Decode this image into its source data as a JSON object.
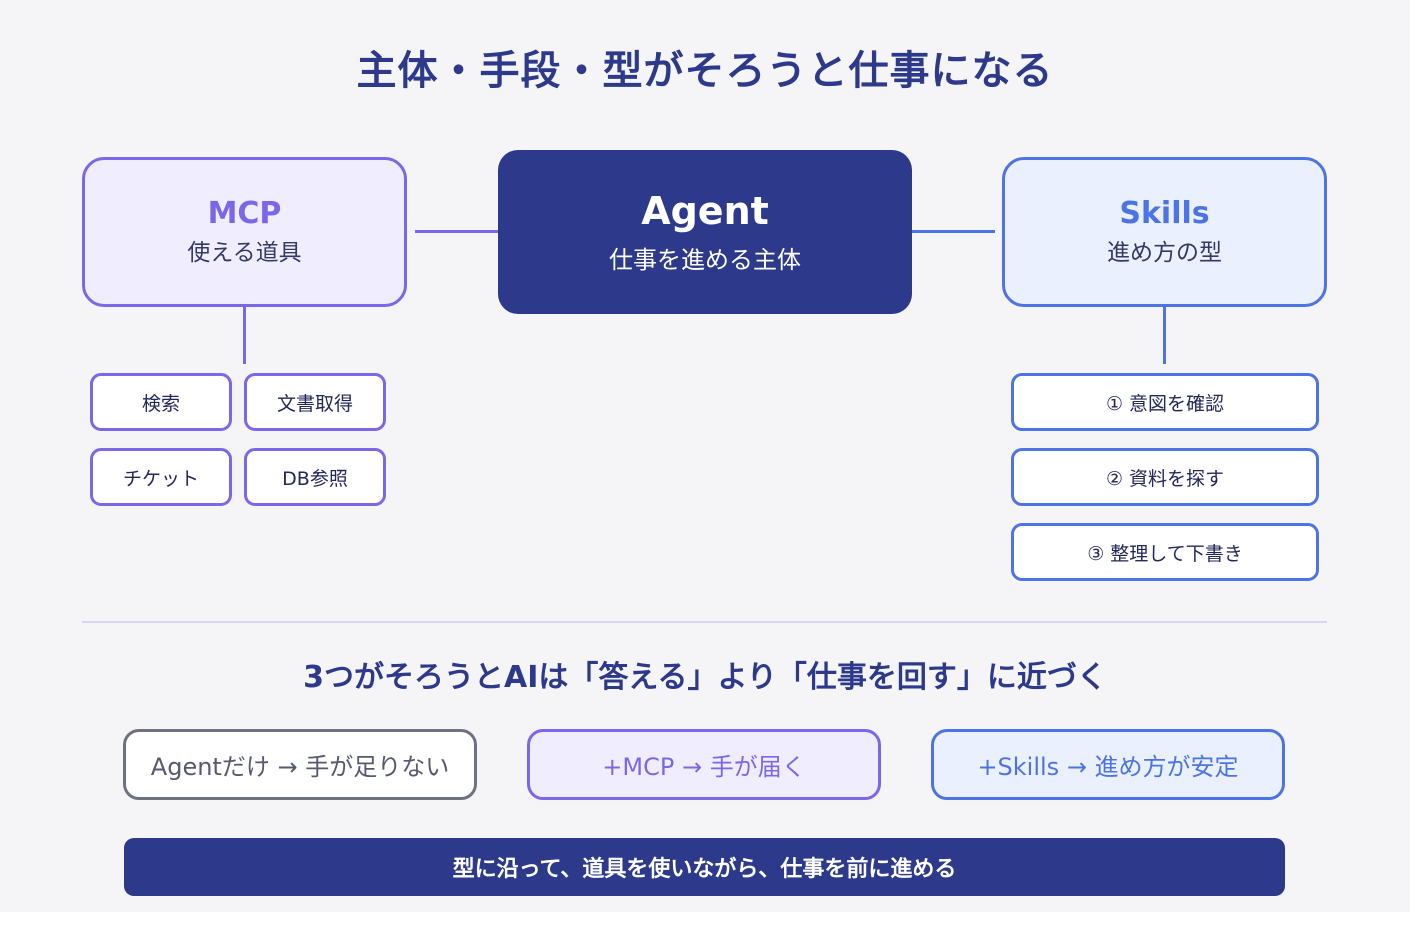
{
  "title": "主体・手段・型がそろうと仕事になる",
  "mcp": {
    "title": "MCP",
    "subtitle": "使える道具",
    "tools": [
      "検索",
      "文書取得",
      "チケット",
      "DB参照"
    ]
  },
  "agent": {
    "title": "Agent",
    "subtitle": "仕事を進める主体"
  },
  "skills": {
    "title": "Skills",
    "subtitle": "進め方の型",
    "steps": [
      "① 意図を確認",
      "② 資料を探す",
      "③ 整理して下書き"
    ]
  },
  "summary": {
    "headline": "3つがそろうとAIは「答える」より「仕事を回す」に近づく",
    "stages": [
      "Agentだけ → 手が足りない",
      "+MCP → 手が届く",
      "+Skills → 進め方が安定"
    ],
    "banner": "型に沿って、道具を使いながら、仕事を前に進める"
  },
  "colors": {
    "navy": "#2d3a8c",
    "purple": "#7b68e8",
    "blue": "#4c74e4",
    "gray": "#6e7180",
    "background": "#f5f5f8"
  }
}
